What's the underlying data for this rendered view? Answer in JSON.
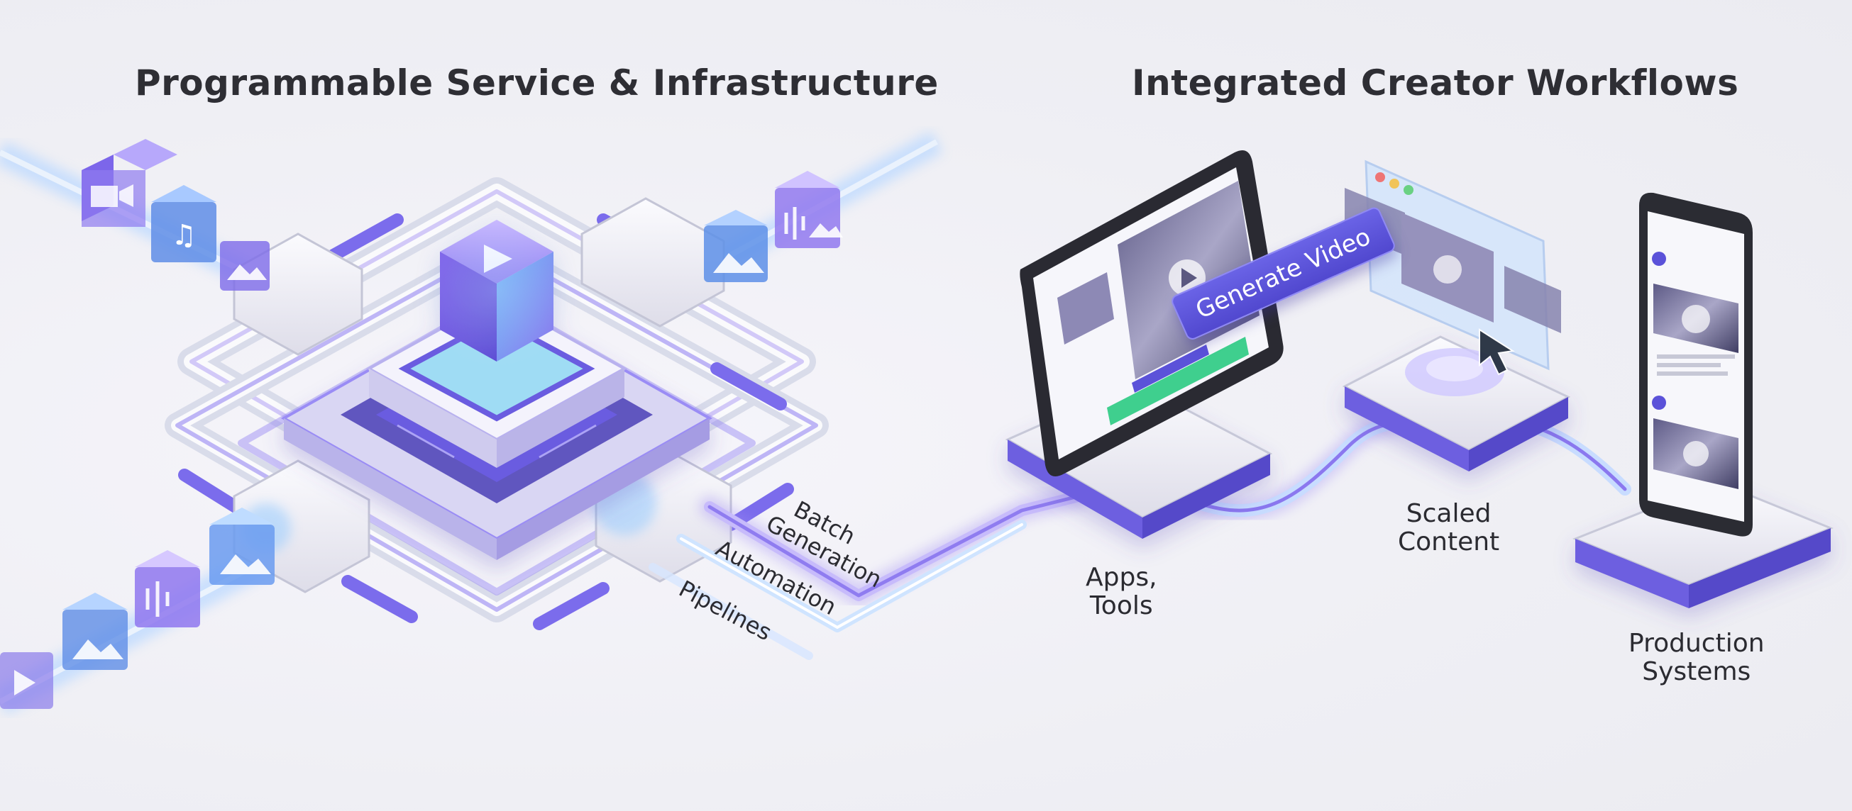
{
  "headings": {
    "left": "Programmable Service & Infrastructure",
    "right": "Integrated Creator Workflows"
  },
  "flow_labels": {
    "batch_line1": "Batch",
    "batch_line2": "Generation",
    "automation": "Automation",
    "pipelines": "Pipelines"
  },
  "nodes": {
    "apps_line1": "Apps,",
    "apps_line2": "Tools",
    "scaled_line1": "Scaled",
    "scaled_line2": "Content",
    "production_line1": "Production",
    "production_line2": "Systems"
  },
  "tablet": {
    "generate_button": "Generate Video"
  },
  "colors": {
    "accent": "#5b52d9",
    "accent_light": "#9a8cf5",
    "glow": "#8fc8ff",
    "text": "#2e2e34"
  }
}
